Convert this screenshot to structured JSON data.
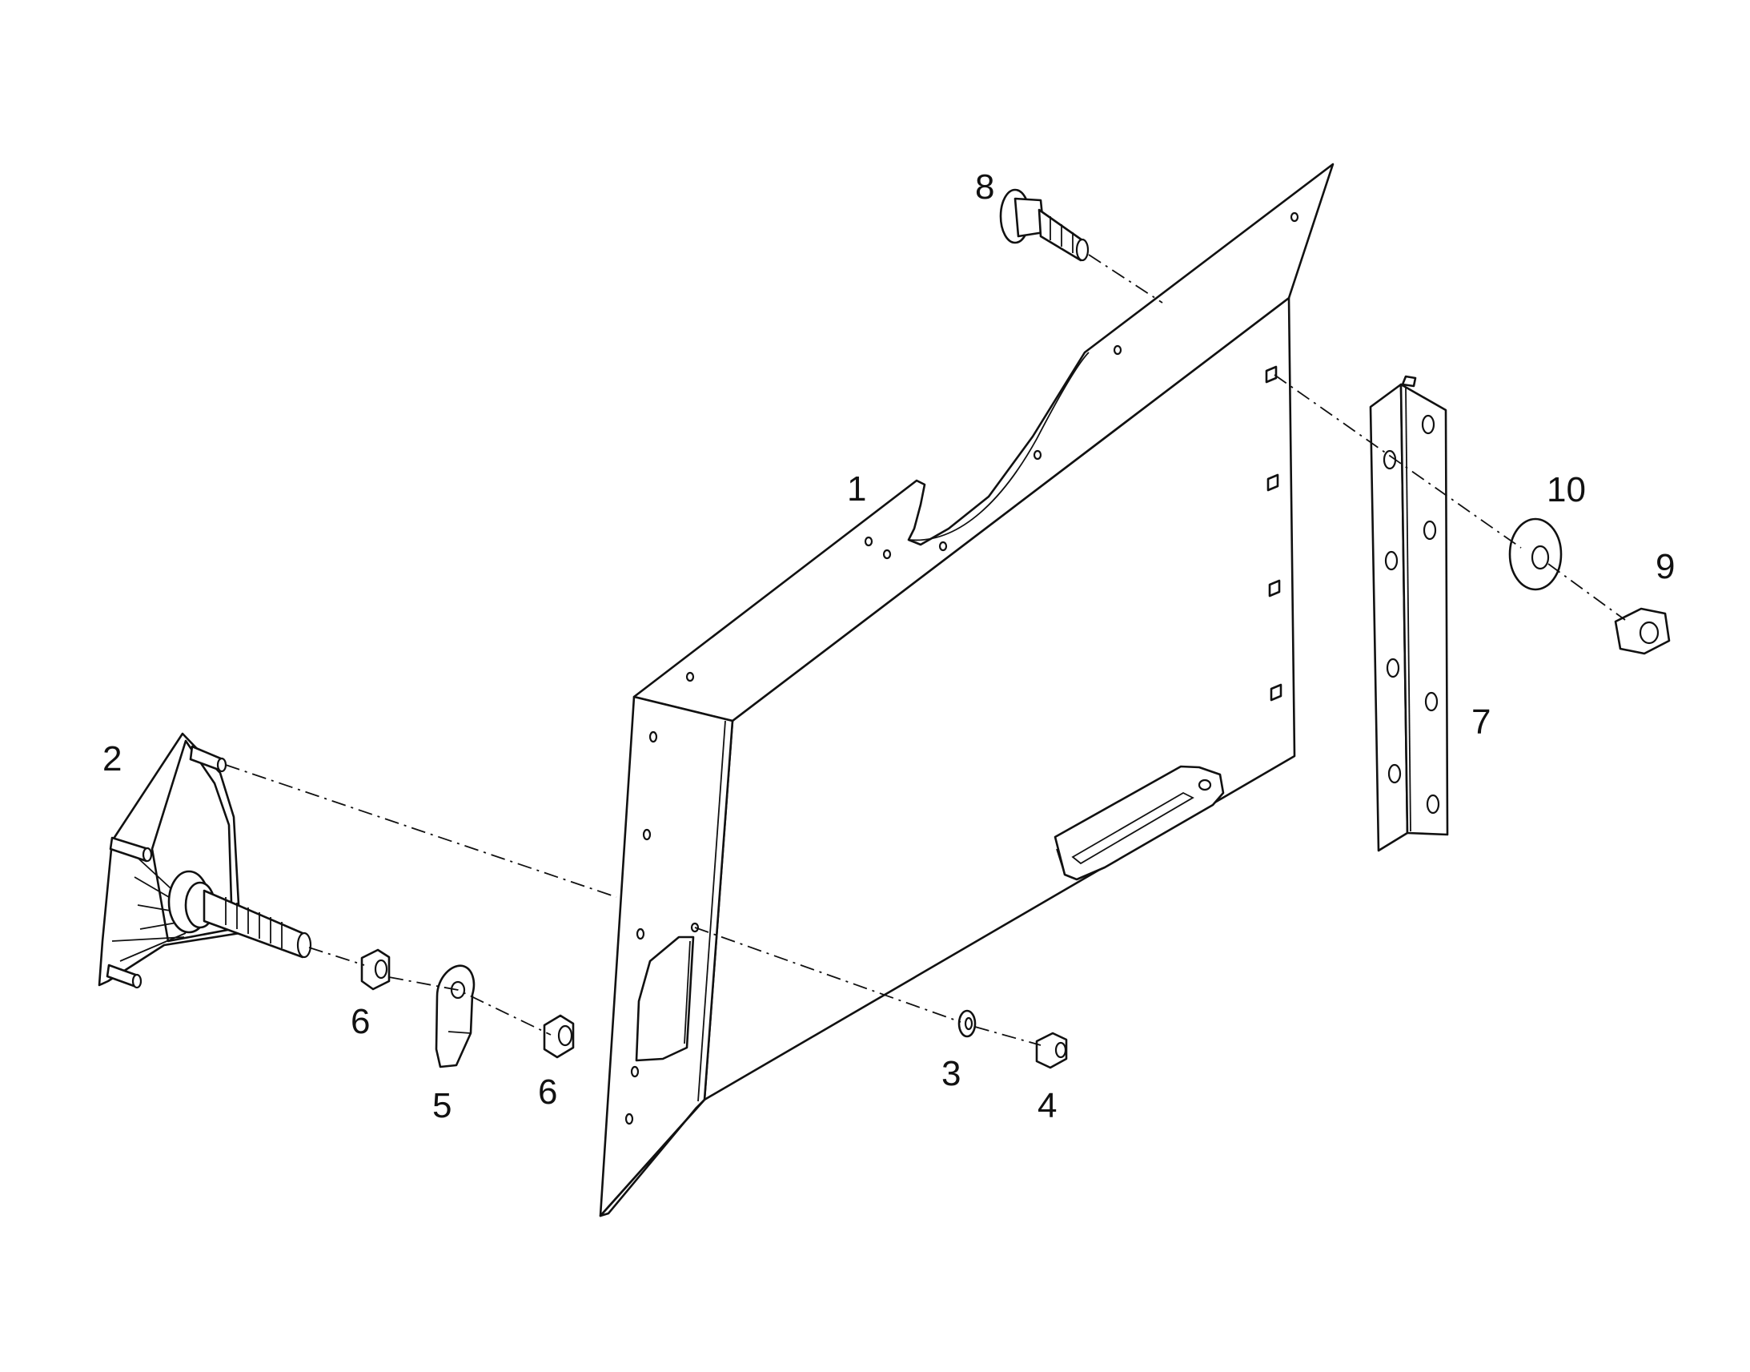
{
  "diagram": {
    "callouts": [
      {
        "id": "1",
        "label": "1"
      },
      {
        "id": "2",
        "label": "2"
      },
      {
        "id": "3",
        "label": "3"
      },
      {
        "id": "4",
        "label": "4"
      },
      {
        "id": "5",
        "label": "5"
      },
      {
        "id": "6a",
        "label": "6"
      },
      {
        "id": "6b",
        "label": "6"
      },
      {
        "id": "7",
        "label": "7"
      },
      {
        "id": "8",
        "label": "8"
      },
      {
        "id": "9",
        "label": "9"
      },
      {
        "id": "10",
        "label": "10"
      }
    ],
    "colors": {
      "line": "#111111",
      "background": "#ffffff"
    }
  }
}
